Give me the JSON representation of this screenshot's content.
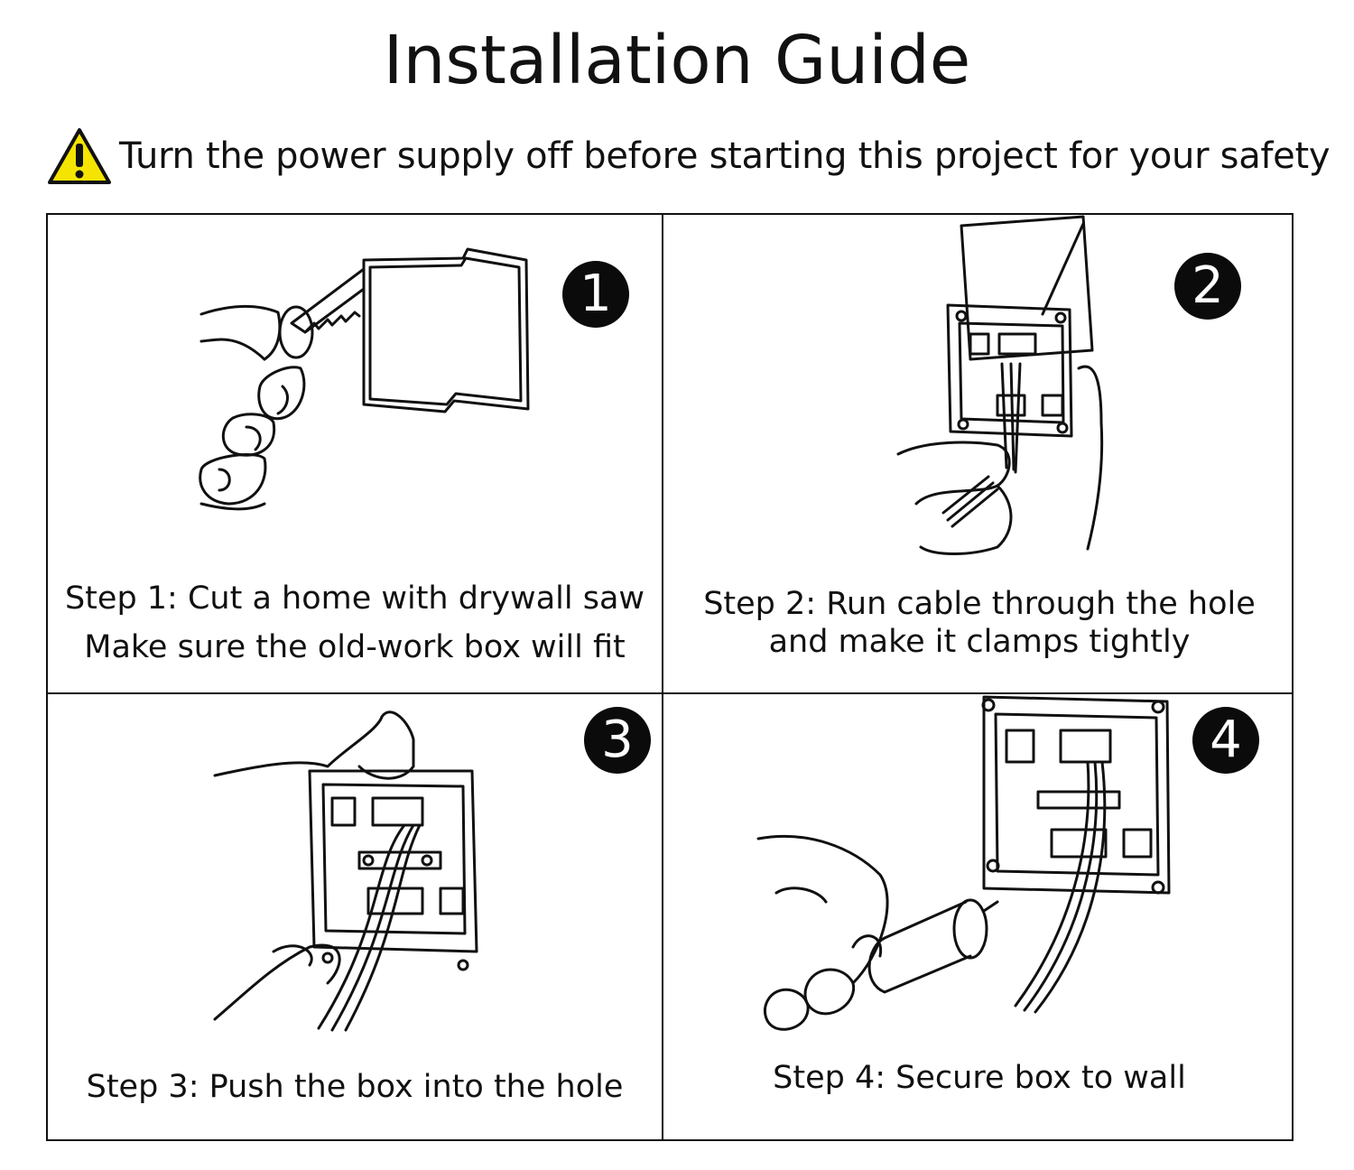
{
  "title": "Installation Guide",
  "warning": {
    "icon": "warning-triangle-icon",
    "icon_color": "#F5E400",
    "text": "Turn the power supply off before starting this project for your safety"
  },
  "steps": [
    {
      "number": "1",
      "lines": [
        "Step 1: Cut a home with drywall saw",
        "Make sure the old-work box will fit"
      ]
    },
    {
      "number": "2",
      "lines": [
        "Step 2: Run cable through the hole",
        "and make it clamps tightly"
      ]
    },
    {
      "number": "3",
      "lines": [
        "Step 3: Push the box into the hole"
      ]
    },
    {
      "number": "4",
      "lines": [
        "Step 4: Secure box to wall"
      ]
    }
  ]
}
